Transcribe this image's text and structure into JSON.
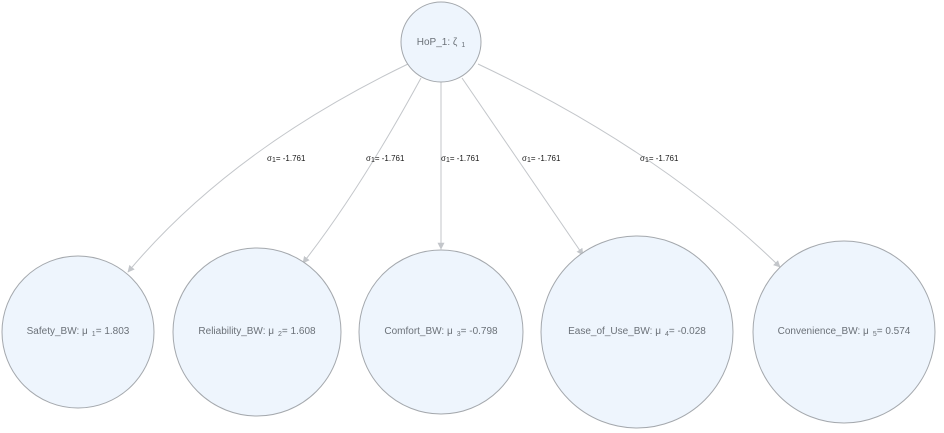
{
  "diagram": {
    "type": "path-diagram",
    "colors": {
      "node_fill": "#eef5fd",
      "node_stroke": "#a4a8ad",
      "edge_stroke": "#c3c6ca",
      "node_text": "#6b7178",
      "edge_text": "#1a1a1a"
    },
    "root": {
      "name": "HoP_1: ζ",
      "sub": "1"
    },
    "children": [
      {
        "id": "safety",
        "name": "Safety_BW: μ",
        "sub": "1",
        "value": "= 1.803"
      },
      {
        "id": "reliability",
        "name": "Reliability_BW: μ",
        "sub": "2",
        "value": "= 1.608"
      },
      {
        "id": "comfort",
        "name": "Comfort_BW: μ",
        "sub": "3",
        "value": "= -0.798"
      },
      {
        "id": "ease-of-use",
        "name": "Ease_of_Use_BW: μ",
        "sub": "4",
        "value": "= -0.028"
      },
      {
        "id": "convenience",
        "name": "Convenience_BW: μ",
        "sub": "5",
        "value": "= 0.574"
      }
    ],
    "edges": [
      {
        "to": "safety",
        "symbol": "σ",
        "sub": "1",
        "value": "= -1.761"
      },
      {
        "to": "reliability",
        "symbol": "σ",
        "sub": "1",
        "value": "= -1.761"
      },
      {
        "to": "comfort",
        "symbol": "σ",
        "sub": "1",
        "value": "= -1.761"
      },
      {
        "to": "ease-of-use",
        "symbol": "σ",
        "sub": "1",
        "value": "= -1.761"
      },
      {
        "to": "convenience",
        "symbol": "σ",
        "sub": "1",
        "value": "= -1.761"
      }
    ]
  }
}
